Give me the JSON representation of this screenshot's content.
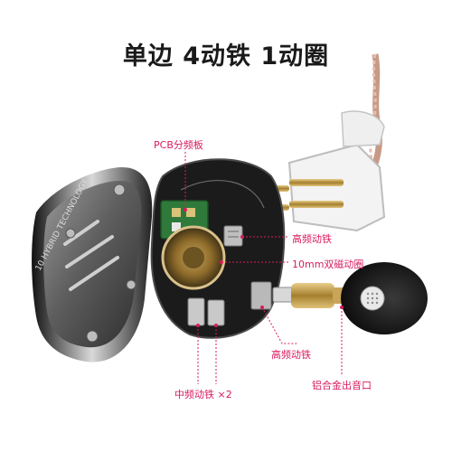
{
  "title": "单边 4动铁 1动圈",
  "shell_text": "10 HYBRID TECHNOLOGY",
  "callouts": {
    "pcb": "PCB分频板",
    "high_ba_top": "高频动铁",
    "dynamic": "10mm双磁动圈",
    "high_ba_bottom": "高频动铁",
    "nozzle": "铝合金出音口",
    "mid_ba": "中频动铁 ×2"
  },
  "colors": {
    "callout": "#d81b60",
    "title": "#1a1a1a",
    "faceplate": "#6e6e6e",
    "gold": "#c8a14a"
  }
}
